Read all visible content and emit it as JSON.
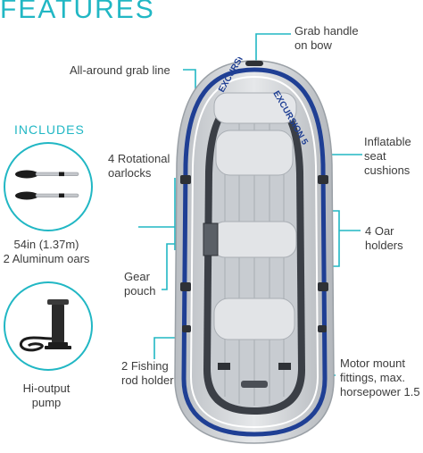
{
  "title": "FEATURES",
  "includes_heading": "INCLUDES",
  "boat_text": "EXCURSION 5",
  "labels": {
    "grab_handle": [
      "Grab handle",
      "on bow"
    ],
    "grab_line": "All-around grab line",
    "inflatable_seats": [
      "Inflatable",
      "seat",
      "cushions"
    ],
    "oarlocks": [
      "4 Rotational",
      "oarlocks"
    ],
    "oar_holders": [
      "4 Oar",
      "holders"
    ],
    "gear_pouch": [
      "Gear",
      "pouch"
    ],
    "rod_holder": [
      "2 Fishing",
      "rod holder"
    ],
    "motor_mount": [
      "Motor mount",
      "fittings, max.",
      "horsepower 1.5"
    ]
  },
  "includes": [
    {
      "caption": [
        "54in (1.37m)",
        "2 Aluminum oars"
      ],
      "icon": "oars-icon"
    },
    {
      "caption": [
        "Hi-output",
        "pump"
      ],
      "icon": "pump-icon"
    }
  ],
  "colors": {
    "accent": "#21b7c4",
    "boat_gray": "#cfd2d6",
    "boat_blue": "#1f3f94",
    "seat_light": "#dfe1e4"
  }
}
